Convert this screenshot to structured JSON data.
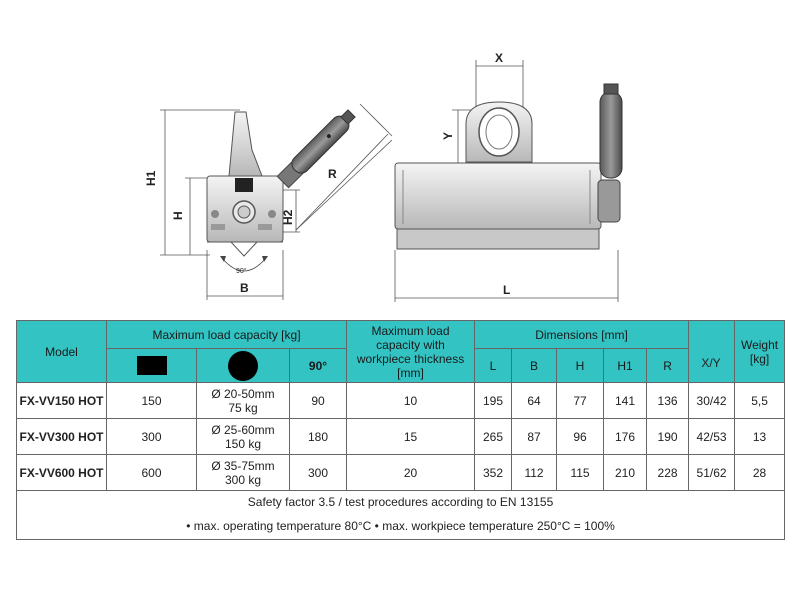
{
  "drawing": {
    "labels": {
      "h1": "H1",
      "h": "H",
      "h2": "H2",
      "r": "R",
      "b": "B",
      "angle": "90°",
      "x": "X",
      "y": "Y",
      "l": "L"
    }
  },
  "table": {
    "header": {
      "model": "Model",
      "max_load": "Maximum load capacity [kg]",
      "max_load_thickness": "Maximum load capacity with workpiece thickness [mm]",
      "dimensions": "Dimensions [mm]",
      "weight": "Weight [kg]",
      "angle_col": "90°",
      "dim_cols": [
        "L",
        "B",
        "H",
        "H1",
        "R",
        "X/Y"
      ]
    },
    "rows": [
      {
        "model": "FX-VV150 HOT",
        "flat": "150",
        "round_dia": "Ø 20-50mm",
        "round_kg": "75 kg",
        "angle": "90",
        "thickness": "10",
        "L": "195",
        "B": "64",
        "H": "77",
        "H1": "141",
        "R": "136",
        "XY": "30/42",
        "weight": "5,5"
      },
      {
        "model": "FX-VV300 HOT",
        "flat": "300",
        "round_dia": "Ø 25-60mm",
        "round_kg": "150 kg",
        "angle": "180",
        "thickness": "15",
        "L": "265",
        "B": "87",
        "H": "96",
        "H1": "176",
        "R": "190",
        "XY": "42/53",
        "weight": "13"
      },
      {
        "model": "FX-VV600 HOT",
        "flat": "600",
        "round_dia": "Ø 35-75mm",
        "round_kg": "300 kg",
        "angle": "300",
        "thickness": "20",
        "L": "352",
        "B": "112",
        "H": "115",
        "H1": "210",
        "R": "228",
        "XY": "51/62",
        "weight": "28"
      }
    ],
    "notes": {
      "safety": "Safety factor 3.5 / test procedures according to EN 13155",
      "temperature": "• max. operating temperature 80°C • max. workpiece temperature 250°C = 100%"
    }
  },
  "colors": {
    "header_bg": "#33c3c3"
  }
}
